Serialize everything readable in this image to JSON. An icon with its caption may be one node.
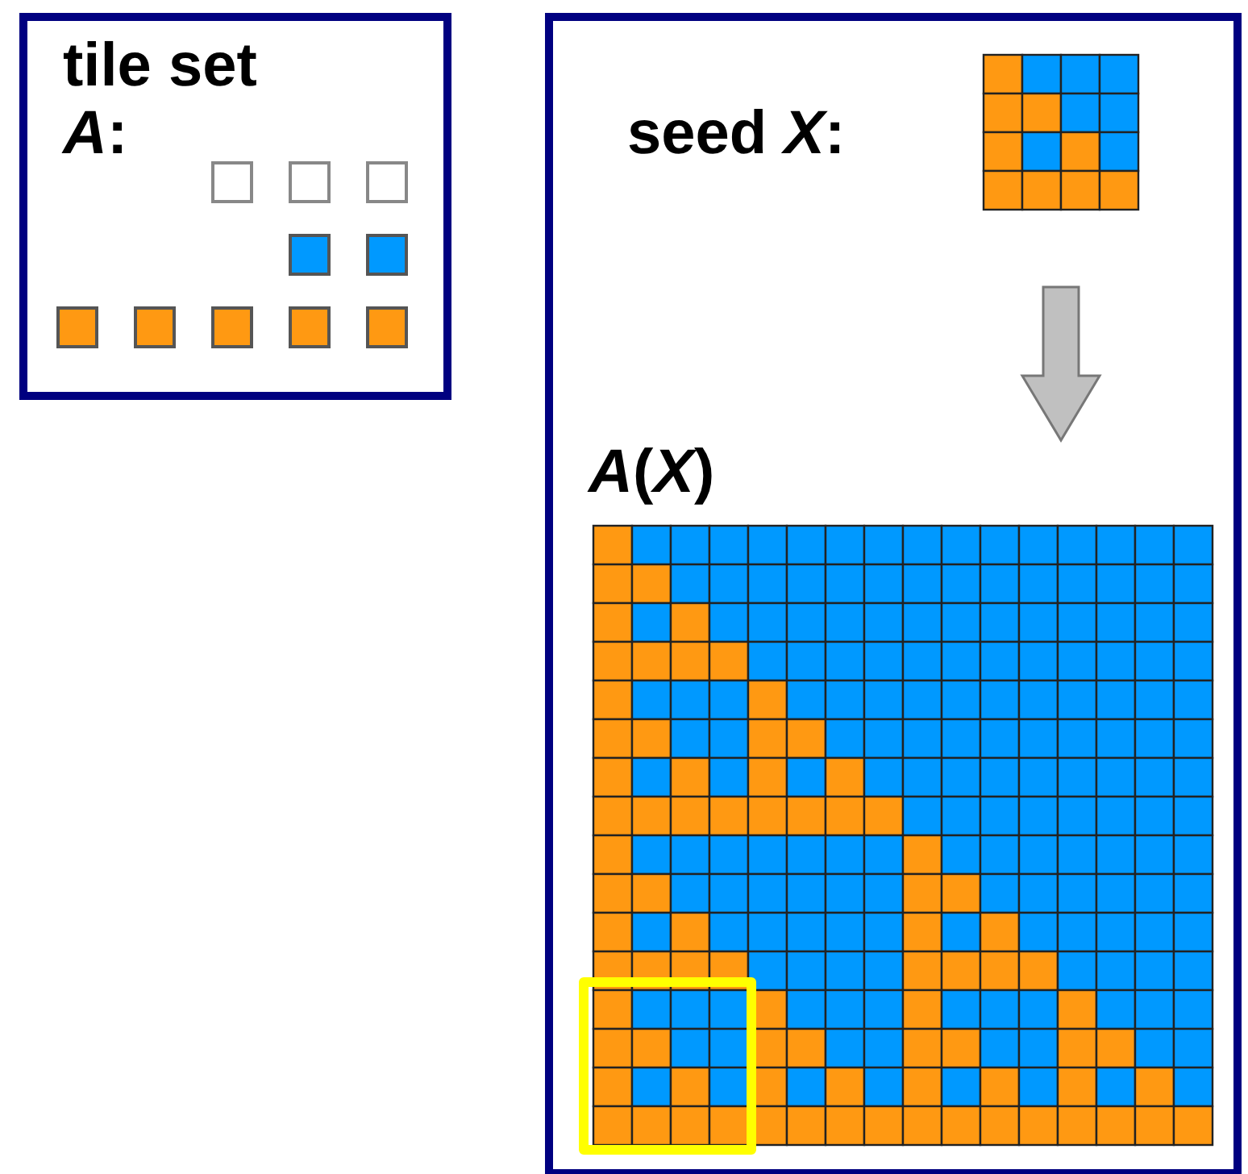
{
  "diagram": {
    "nodes": [
      {
        "text": [
          "tile set *A*:"
        ]
      },
      {
        "text": [],
        "shape": "box"
      },
      {
        "text": [
          "seed *X*:"
        ],
        "in": 1
      },
      {
        "text": [
          "*A*(*X*)"
        ],
        "in": 1
      },
      {
        "text": [],
        "shape": "box",
        "in": 3
      }
    ],
    "edges": [
      {
        "from": 2,
        "to": 3,
        "arrow": "to",
        "color": "#c0c0c0"
      }
    ]
  }
}
